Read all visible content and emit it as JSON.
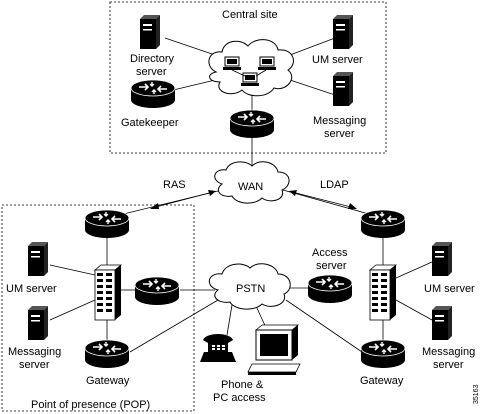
{
  "regions": {
    "central_site": "Central site",
    "pop": "Point of presence (POP)"
  },
  "clouds": {
    "wan": "WAN",
    "pstn": "PSTN"
  },
  "central": {
    "directory_server": [
      "Directory",
      "server"
    ],
    "um_server": "UM server",
    "gatekeeper": "Gatekeeper",
    "messaging_server": [
      "Messaging",
      "server"
    ]
  },
  "protocols": {
    "ras": "RAS",
    "ldap": "LDAP"
  },
  "pop": {
    "um_server": "UM server",
    "messaging_server": [
      "Messaging",
      "server"
    ],
    "gateway": "Gateway"
  },
  "access": {
    "access_server": [
      "Access",
      "server"
    ],
    "phone_pc": [
      "Phone &",
      "PC access"
    ]
  },
  "remote": {
    "um_server": "UM server",
    "messaging_server": [
      "Messaging",
      "server"
    ],
    "gateway": "Gateway"
  },
  "figure_id": "35163"
}
